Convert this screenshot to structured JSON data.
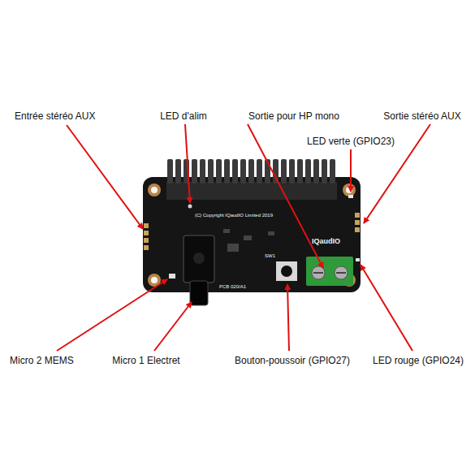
{
  "diagram": {
    "labels": [
      "Entrée stéréo AUX",
      "LED d'alim",
      "Sortie pour HP mono",
      "Sortie stéréo AUX",
      "LED verte (GPIO23)",
      "Micro 2 MEMS",
      "Micro 1 Electret",
      "Bouton-poussoir (GPIO27)",
      "LED rouge (GPIO24)",
      "IQaudIO",
      "(C) Copyright IQaudIO Limited 2019",
      "PCB 020/A1",
      "SW1"
    ]
  }
}
